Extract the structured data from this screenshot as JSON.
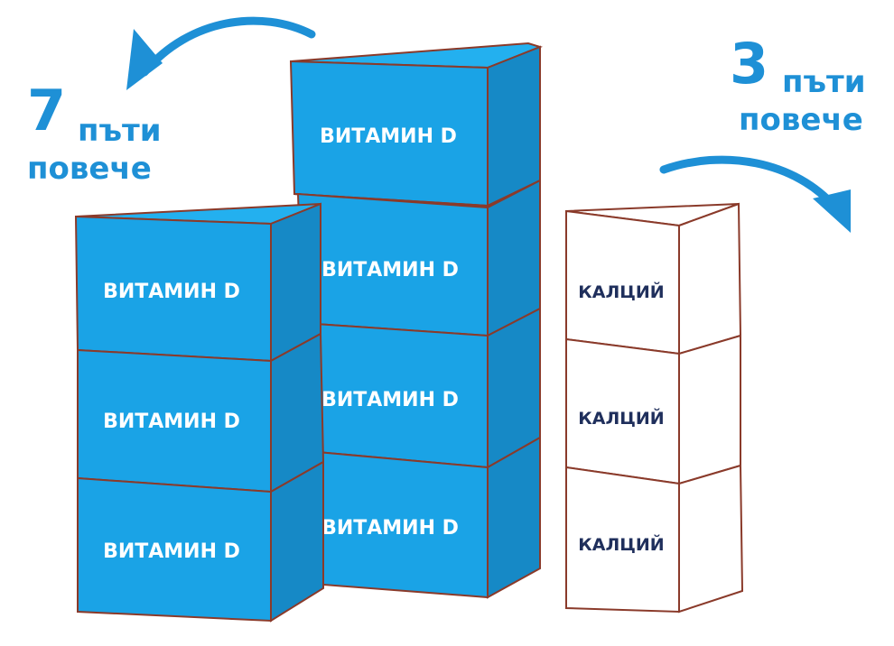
{
  "colors": {
    "blue_face": "#1aa3e6",
    "blue_side": "#1689c6",
    "blue_top": "#23b0ef",
    "edge": "#8a3a2a",
    "white_face": "#ffffff",
    "dark_text": "#1f2f5c",
    "accent": "#1e90d6"
  },
  "left_note": {
    "number": "7",
    "line1": "пъти",
    "line2": "повече"
  },
  "right_note": {
    "number": "3",
    "line1": "пъти",
    "line2": "повече"
  },
  "vitamin_label": "ВИТАМИН D",
  "calcium_label": "КАЛЦИЙ",
  "left_stack_count": 3,
  "middle_stack_count": 4,
  "right_stack_count": 3
}
